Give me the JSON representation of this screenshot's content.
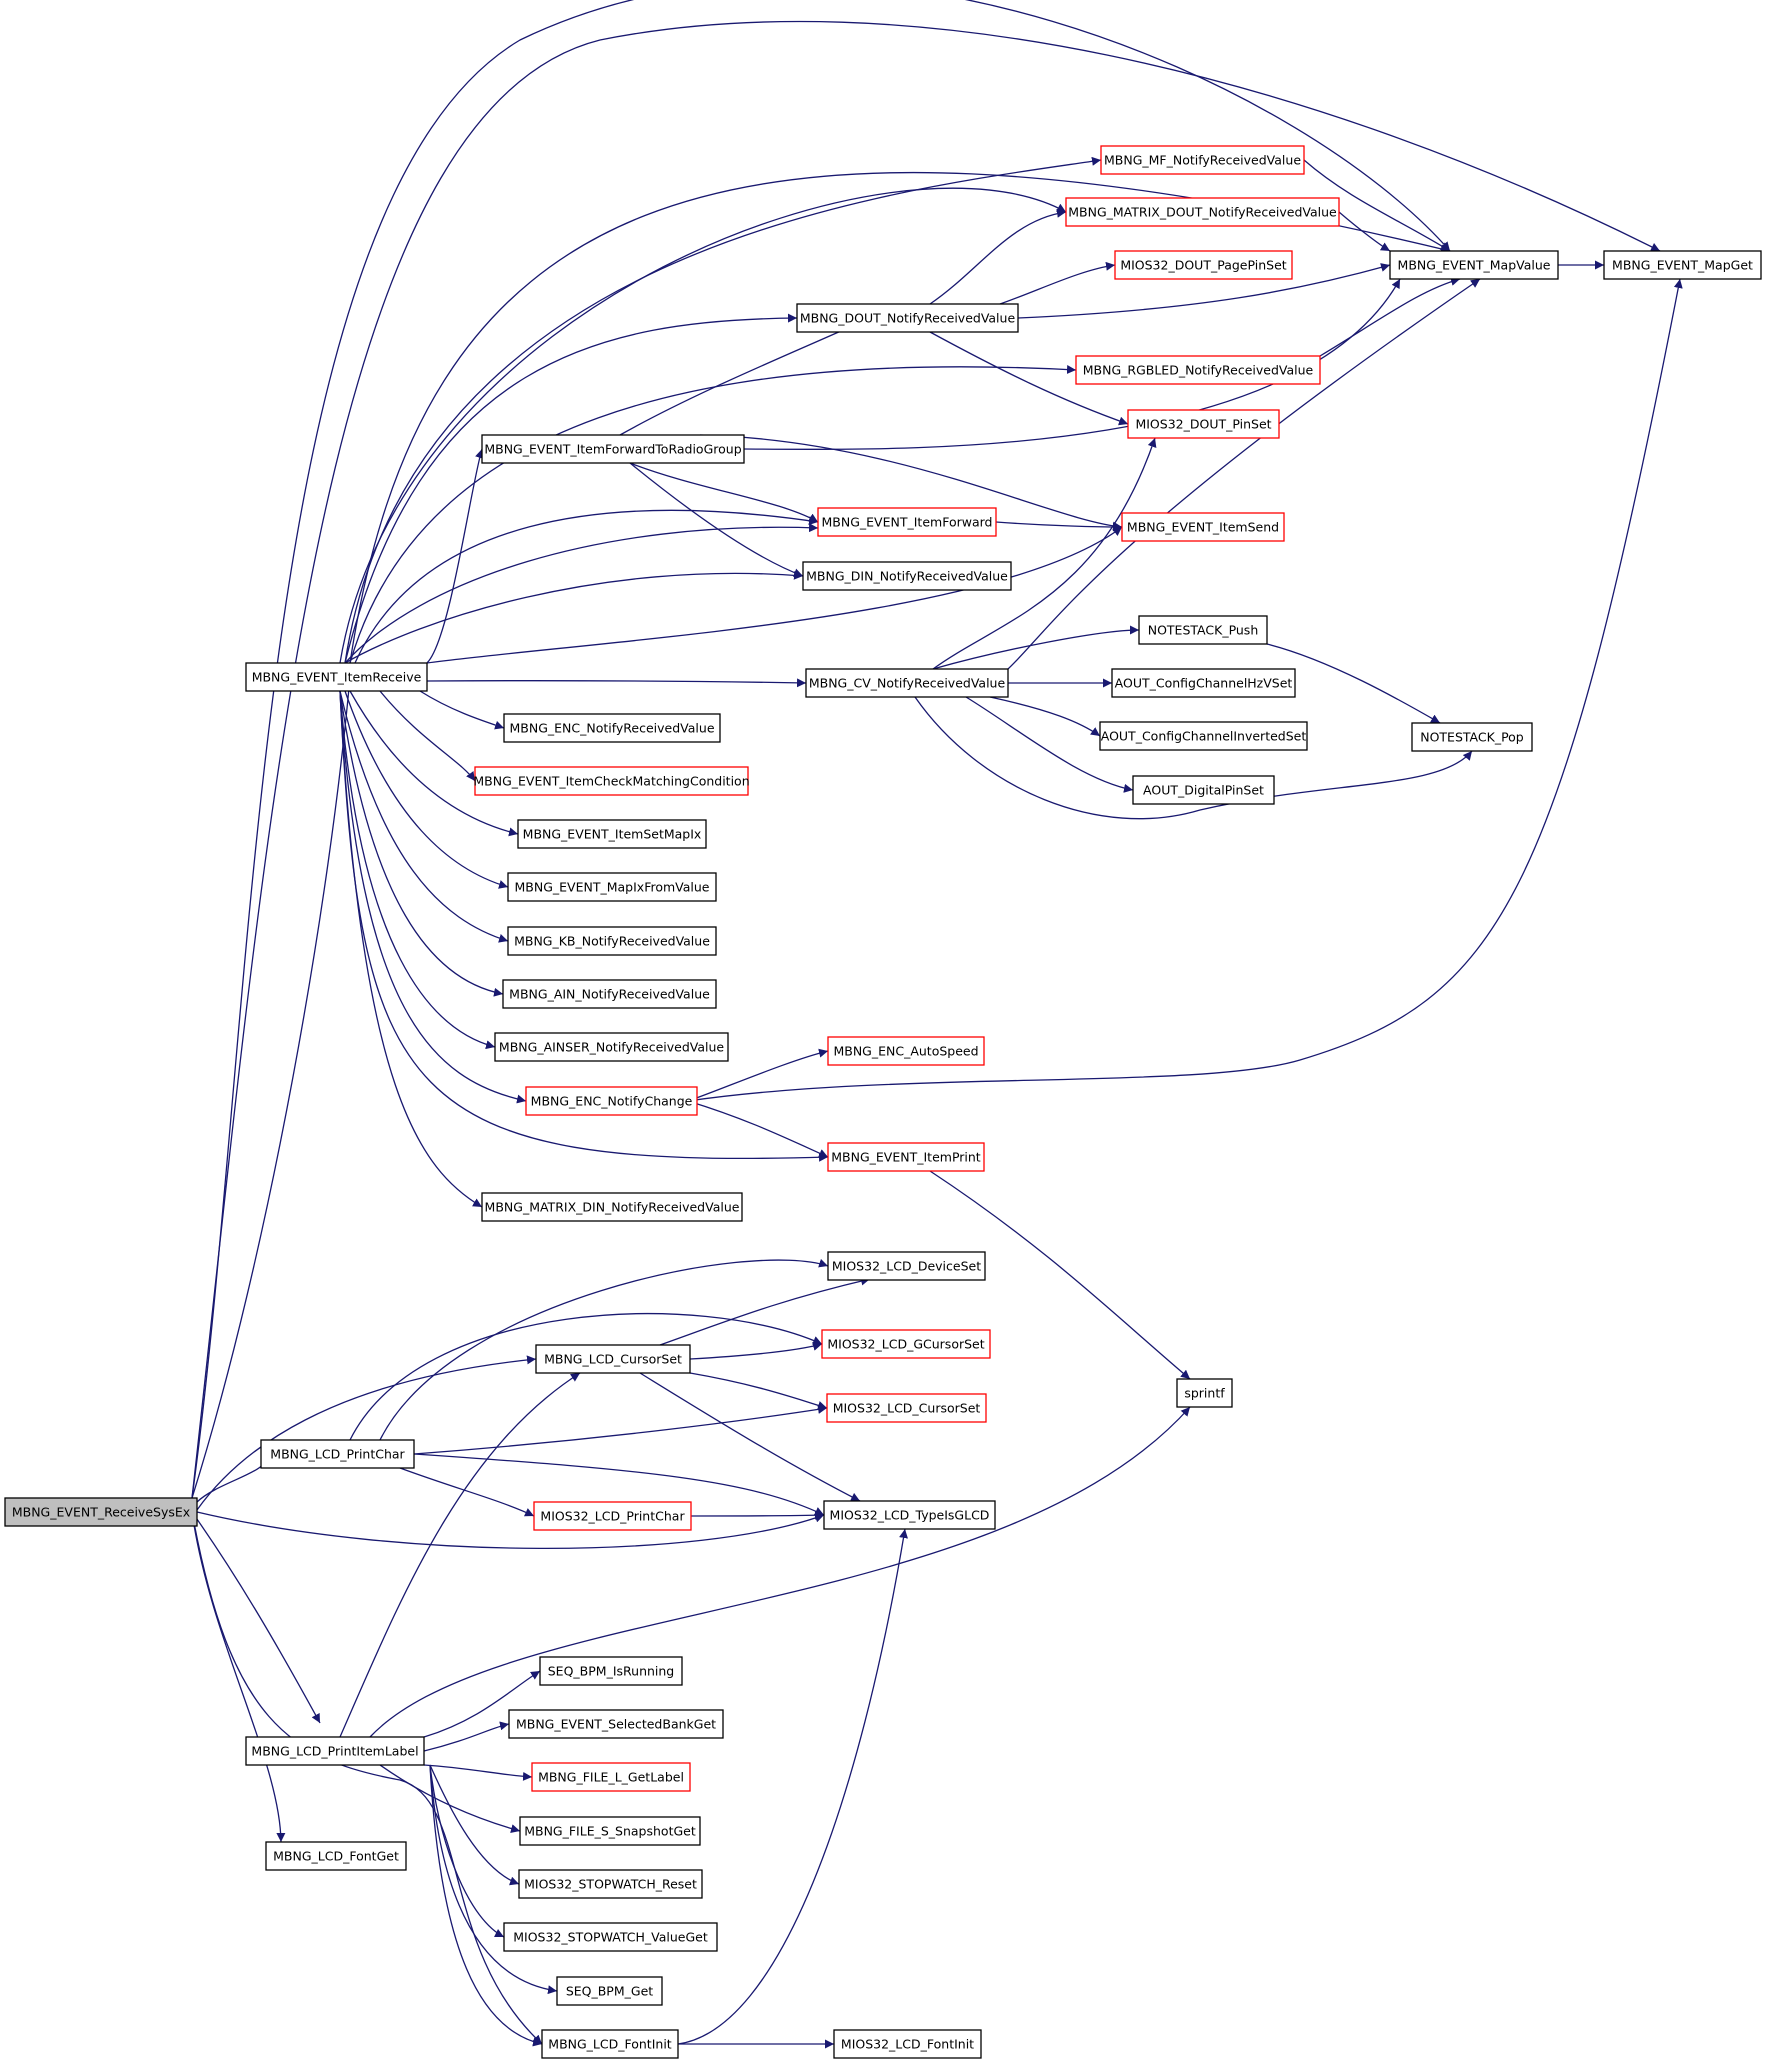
{
  "colors": {
    "edge": "#191970",
    "node_border": "#000000",
    "highlight_border": "#ff0000",
    "root_fill": "#bfbfbf",
    "background": "#ffffff"
  },
  "nodes": [
    {
      "id": "receive_sysex",
      "label": "MBNG_EVENT_ReceiveSysEx",
      "style": "root"
    },
    {
      "id": "item_receive",
      "label": "MBNG_EVENT_ItemReceive",
      "style": "normal"
    },
    {
      "id": "lcd_printchar",
      "label": "MBNG_LCD_PrintChar",
      "style": "normal"
    },
    {
      "id": "lcd_printitemlabel",
      "label": "MBNG_LCD_PrintItemLabel",
      "style": "normal"
    },
    {
      "id": "lcd_fontget",
      "label": "MBNG_LCD_FontGet",
      "style": "normal"
    },
    {
      "id": "fwd_radio",
      "label": "MBNG_EVENT_ItemForwardToRadioGroup",
      "style": "normal"
    },
    {
      "id": "enc_notify",
      "label": "MBNG_ENC_NotifyReceivedValue",
      "style": "normal"
    },
    {
      "id": "check_matching",
      "label": "MBNG_EVENT_ItemCheckMatchingCondition",
      "style": "red"
    },
    {
      "id": "set_mapix",
      "label": "MBNG_EVENT_ItemSetMapIx",
      "style": "normal"
    },
    {
      "id": "mapix_from_value",
      "label": "MBNG_EVENT_MapIxFromValue",
      "style": "normal"
    },
    {
      "id": "kb_notify",
      "label": "MBNG_KB_NotifyReceivedValue",
      "style": "normal"
    },
    {
      "id": "ain_notify",
      "label": "MBNG_AIN_NotifyReceivedValue",
      "style": "normal"
    },
    {
      "id": "ainser_notify",
      "label": "MBNG_AINSER_NotifyReceivedValue",
      "style": "normal"
    },
    {
      "id": "enc_notifychange",
      "label": "MBNG_ENC_NotifyChange",
      "style": "red"
    },
    {
      "id": "matrix_din_notify",
      "label": "MBNG_MATRIX_DIN_NotifyReceivedValue",
      "style": "normal"
    },
    {
      "id": "lcd_cursorset",
      "label": "MBNG_LCD_CursorSet",
      "style": "normal"
    },
    {
      "id": "mios_printchar",
      "label": "MIOS32_LCD_PrintChar",
      "style": "red"
    },
    {
      "id": "seq_bpm_isrunning",
      "label": "SEQ_BPM_IsRunning",
      "style": "normal"
    },
    {
      "id": "selected_bank_get",
      "label": "MBNG_EVENT_SelectedBankGet",
      "style": "normal"
    },
    {
      "id": "file_l_getlabel",
      "label": "MBNG_FILE_L_GetLabel",
      "style": "red"
    },
    {
      "id": "file_s_snapshotget",
      "label": "MBNG_FILE_S_SnapshotGet",
      "style": "normal"
    },
    {
      "id": "stopwatch_reset",
      "label": "MIOS32_STOPWATCH_Reset",
      "style": "normal"
    },
    {
      "id": "stopwatch_valueget",
      "label": "MIOS32_STOPWATCH_ValueGet",
      "style": "normal"
    },
    {
      "id": "seq_bpm_get",
      "label": "SEQ_BPM_Get",
      "style": "normal"
    },
    {
      "id": "lcd_fontinit",
      "label": "MBNG_LCD_FontInit",
      "style": "normal"
    },
    {
      "id": "mf_notify",
      "label": "MBNG_MF_NotifyReceivedValue",
      "style": "red"
    },
    {
      "id": "matrix_dout_notify",
      "label": "MBNG_MATRIX_DOUT_NotifyReceivedValue",
      "style": "red"
    },
    {
      "id": "dout_notify",
      "label": "MBNG_DOUT_NotifyReceivedValue",
      "style": "normal"
    },
    {
      "id": "rgbled_notify",
      "label": "MBNG_RGBLED_NotifyReceivedValue",
      "style": "red"
    },
    {
      "id": "item_forward",
      "label": "MBNG_EVENT_ItemForward",
      "style": "red"
    },
    {
      "id": "din_notify",
      "label": "MBNG_DIN_NotifyReceivedValue",
      "style": "normal"
    },
    {
      "id": "cv_notify",
      "label": "MBNG_CV_NotifyReceivedValue",
      "style": "normal"
    },
    {
      "id": "enc_autospeed",
      "label": "MBNG_ENC_AutoSpeed",
      "style": "red"
    },
    {
      "id": "item_print",
      "label": "MBNG_EVENT_ItemPrint",
      "style": "red"
    },
    {
      "id": "mios_deviceset",
      "label": "MIOS32_LCD_DeviceSet",
      "style": "normal"
    },
    {
      "id": "mios_gcursorset",
      "label": "MIOS32_LCD_GCursorSet",
      "style": "red"
    },
    {
      "id": "mios_cursorset",
      "label": "MIOS32_LCD_CursorSet",
      "style": "red"
    },
    {
      "id": "mios_typeisglcd",
      "label": "MIOS32_LCD_TypeIsGLCD",
      "style": "normal"
    },
    {
      "id": "mios_fontinit",
      "label": "MIOS32_LCD_FontInit",
      "style": "normal"
    },
    {
      "id": "dout_pagepinset",
      "label": "MIOS32_DOUT_PagePinSet",
      "style": "red"
    },
    {
      "id": "dout_pinset",
      "label": "MIOS32_DOUT_PinSet",
      "style": "red"
    },
    {
      "id": "item_send",
      "label": "MBNG_EVENT_ItemSend",
      "style": "red"
    },
    {
      "id": "notestack_push",
      "label": "NOTESTACK_Push",
      "style": "normal"
    },
    {
      "id": "aout_hzv",
      "label": "AOUT_ConfigChannelHzVSet",
      "style": "normal"
    },
    {
      "id": "aout_inverted",
      "label": "AOUT_ConfigChannelInvertedSet",
      "style": "normal"
    },
    {
      "id": "aout_digitalpin",
      "label": "AOUT_DigitalPinSet",
      "style": "normal"
    },
    {
      "id": "map_value",
      "label": "MBNG_EVENT_MapValue",
      "style": "normal"
    },
    {
      "id": "notestack_pop",
      "label": "NOTESTACK_Pop",
      "style": "normal"
    },
    {
      "id": "map_get",
      "label": "MBNG_EVENT_MapGet",
      "style": "normal"
    },
    {
      "id": "sprintf",
      "label": "sprintf",
      "style": "normal"
    }
  ]
}
